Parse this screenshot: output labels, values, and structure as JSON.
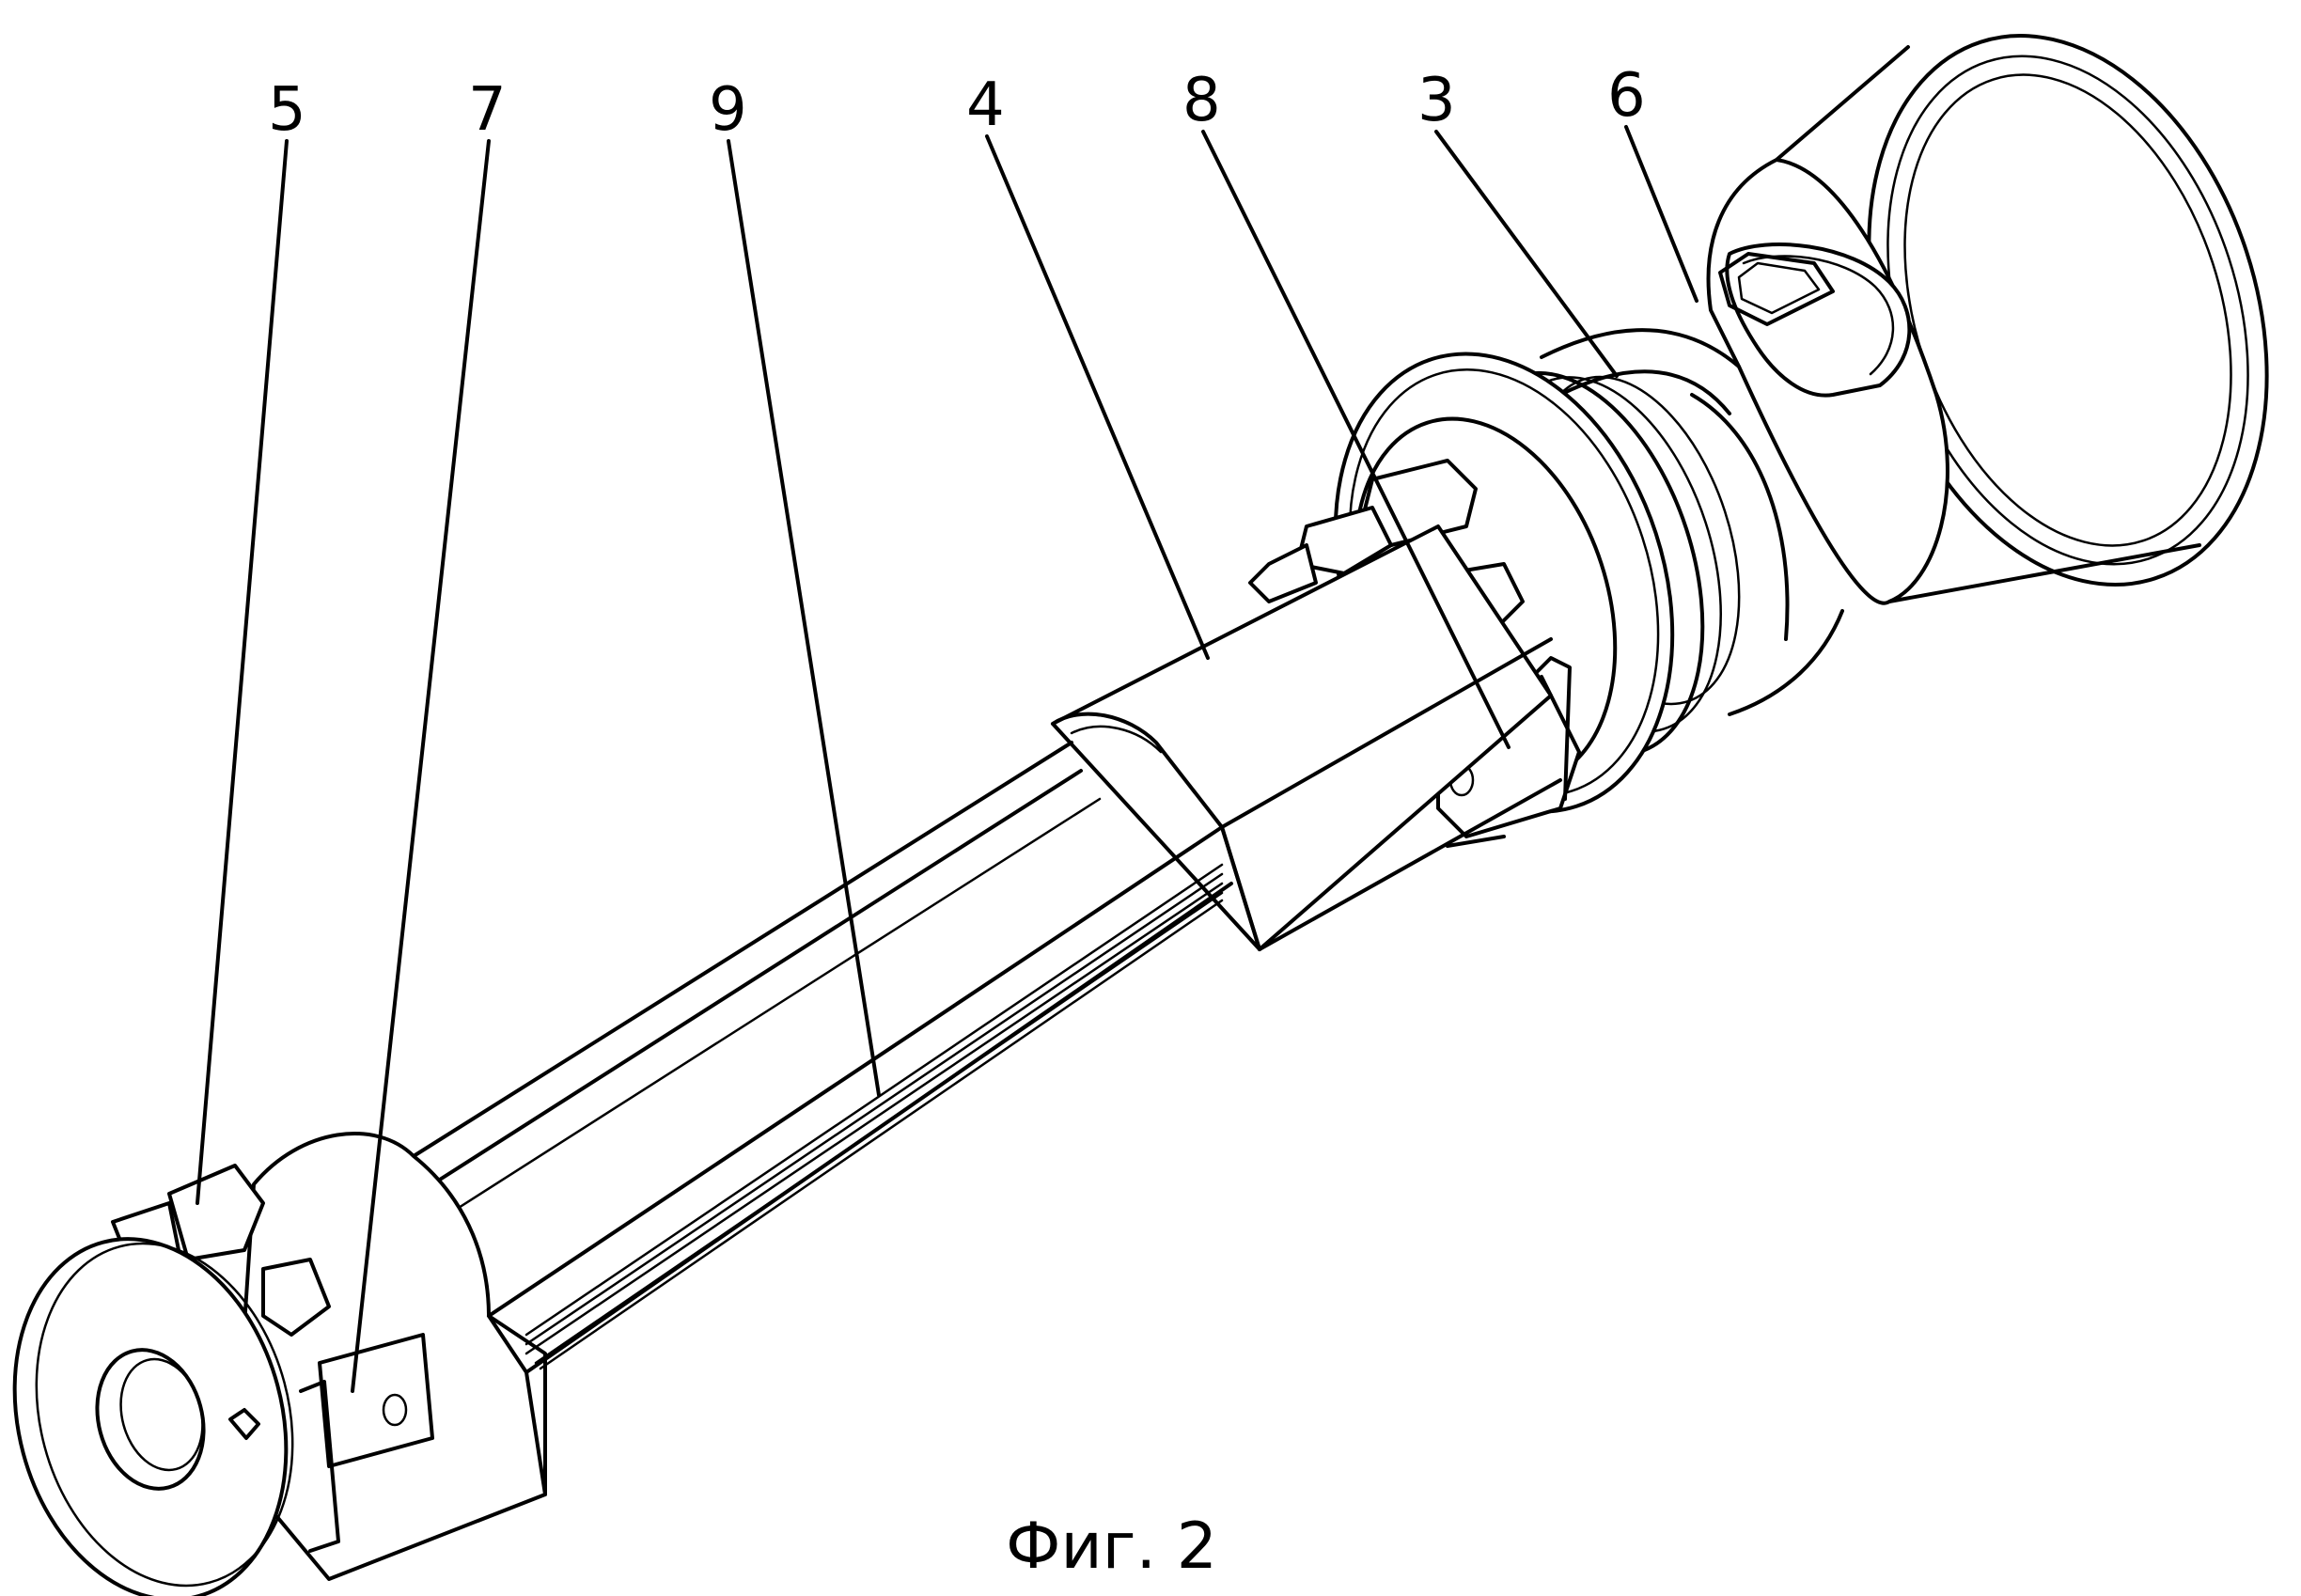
{
  "labels": {
    "l5": "5",
    "l7": "7",
    "l9": "9",
    "l4": "4",
    "l8": "8",
    "l3": "3",
    "l6": "6"
  },
  "caption": "Фиг. 2"
}
